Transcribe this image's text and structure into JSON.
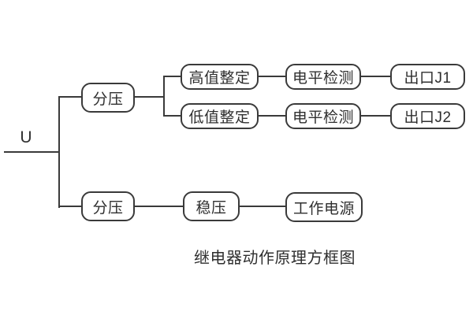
{
  "diagram": {
    "input_label": "U",
    "caption": "继电器动作原理方框图",
    "nodes": {
      "voltage_divider_top": "分压",
      "high_value_setting": "高值整定",
      "level_detect_1": "电平检测",
      "output_j1": "出口J1",
      "low_value_setting": "低值整定",
      "level_detect_2": "电平检测",
      "output_j2": "出口J2",
      "voltage_divider_bottom": "分压",
      "voltage_regulator": "稳压",
      "working_power": "工作电源"
    },
    "colors": {
      "stroke": "#3a3a3a",
      "text": "#2f2f2f",
      "background": "#ffffff"
    }
  }
}
